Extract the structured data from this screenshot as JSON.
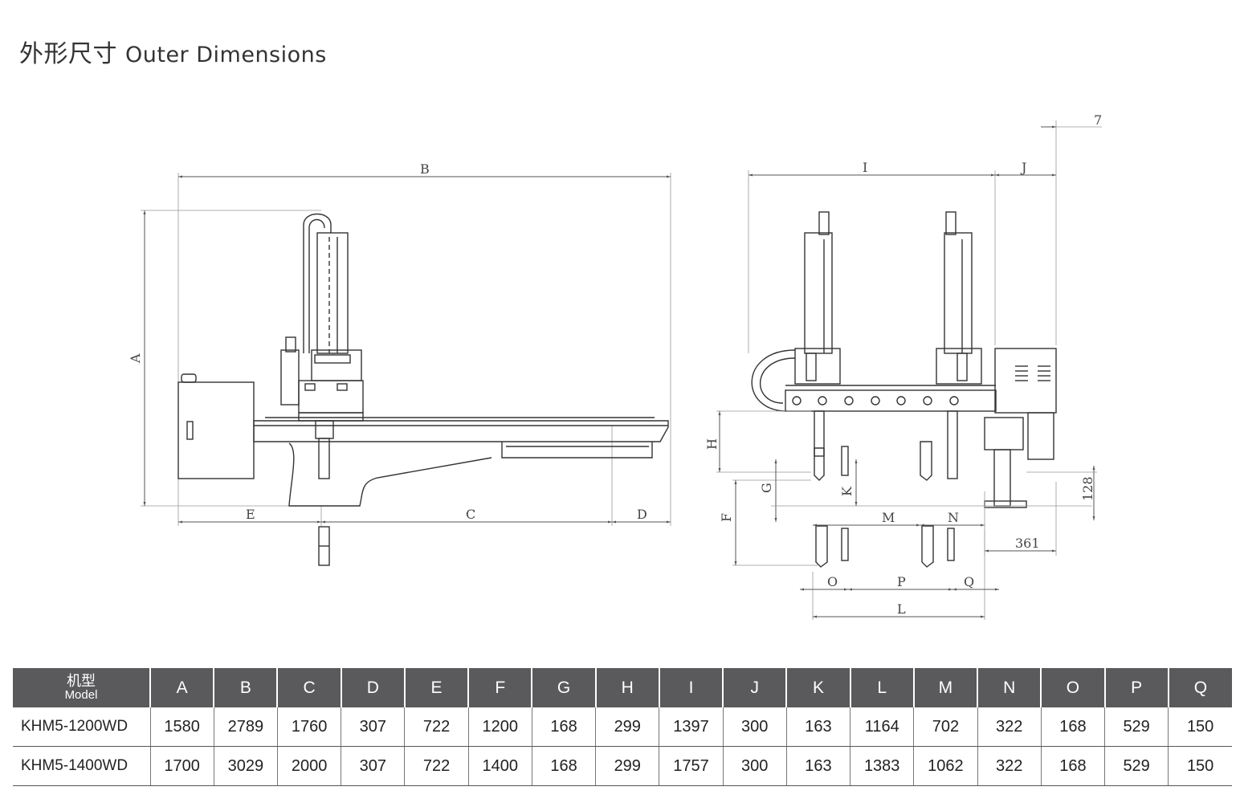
{
  "title": {
    "cn": "外形尺寸",
    "en": "Outer Dimensions"
  },
  "dim_labels": {
    "A": "A",
    "B": "B",
    "C": "C",
    "D": "D",
    "E": "E",
    "F": "F",
    "G": "G",
    "H": "H",
    "I": "I",
    "J": "J",
    "K": "K",
    "L": "L",
    "M": "M",
    "N": "N",
    "O": "O",
    "P": "P",
    "Q": "Q",
    "v7": "7",
    "v128": "128",
    "v361": "361"
  },
  "table": {
    "header_cn": "机型",
    "header_en": "Model",
    "columns": [
      "A",
      "B",
      "C",
      "D",
      "E",
      "F",
      "G",
      "H",
      "I",
      "J",
      "K",
      "L",
      "M",
      "N",
      "O",
      "P",
      "Q"
    ],
    "rows": [
      {
        "model": "KHM5-1200WD",
        "values": [
          "1580",
          "2789",
          "1760",
          "307",
          "722",
          "1200",
          "168",
          "299",
          "1397",
          "300",
          "163",
          "1164",
          "702",
          "322",
          "168",
          "529",
          "150"
        ]
      },
      {
        "model": "KHM5-1400WD",
        "values": [
          "1700",
          "3029",
          "2000",
          "307",
          "722",
          "1400",
          "168",
          "299",
          "1757",
          "300",
          "163",
          "1383",
          "1062",
          "322",
          "168",
          "529",
          "150"
        ]
      }
    ]
  }
}
